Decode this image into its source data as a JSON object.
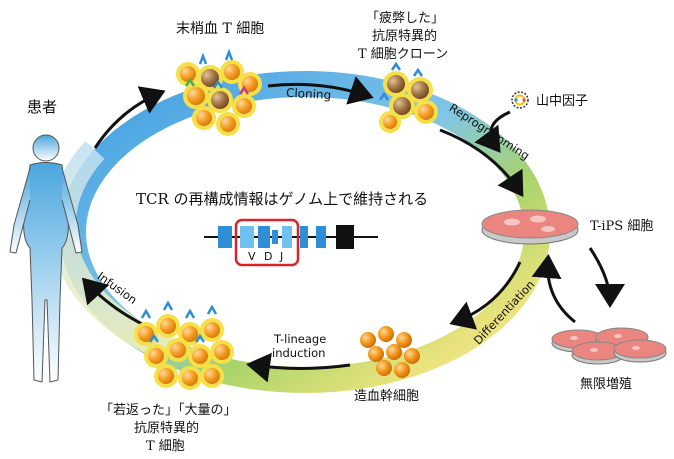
{
  "labels": {
    "patient": "患者",
    "peripheral_t_cells": "末梢血 T 細胞",
    "exhausted_line1": "「疲弊した」",
    "exhausted_line2": "抗原特異的",
    "exhausted_line3": "T 細胞クローン",
    "yamanaka_factors": "山中因子",
    "t_ips_cells": "T-iPS 細胞",
    "unlimited_expansion": "無限増殖",
    "hematopoietic_cells": "造血幹細胞",
    "rejuvenated_line1": "「若返った」「大量の」",
    "rejuvenated_line2": "抗原特異的",
    "rejuvenated_line3": "T 細胞",
    "tcr_statement": "TCR の再構成情報はゲノム上で維持される"
  },
  "arrows": {
    "cloning": "Cloning",
    "reprogramming": "Reprogramming",
    "differentiation": "Differentiation",
    "t_lineage_line1": "T-lineage",
    "t_lineage_line2": "induction",
    "infusion": "Infusion"
  },
  "gene": {
    "v": "V",
    "d": "D",
    "j": "J"
  },
  "colors": {
    "ring_top": "#4aa3de",
    "ring_right": "#9acb5a",
    "ring_bottom": "#f1e98a",
    "cell_orange": "#f49a1d",
    "cell_yellow": "#f5e04a",
    "cell_brown": "#9a6b3c",
    "receptor_blue": "#2e8fd6",
    "dish_pink": "#e9736f",
    "vdj_box": "#d8232a"
  }
}
